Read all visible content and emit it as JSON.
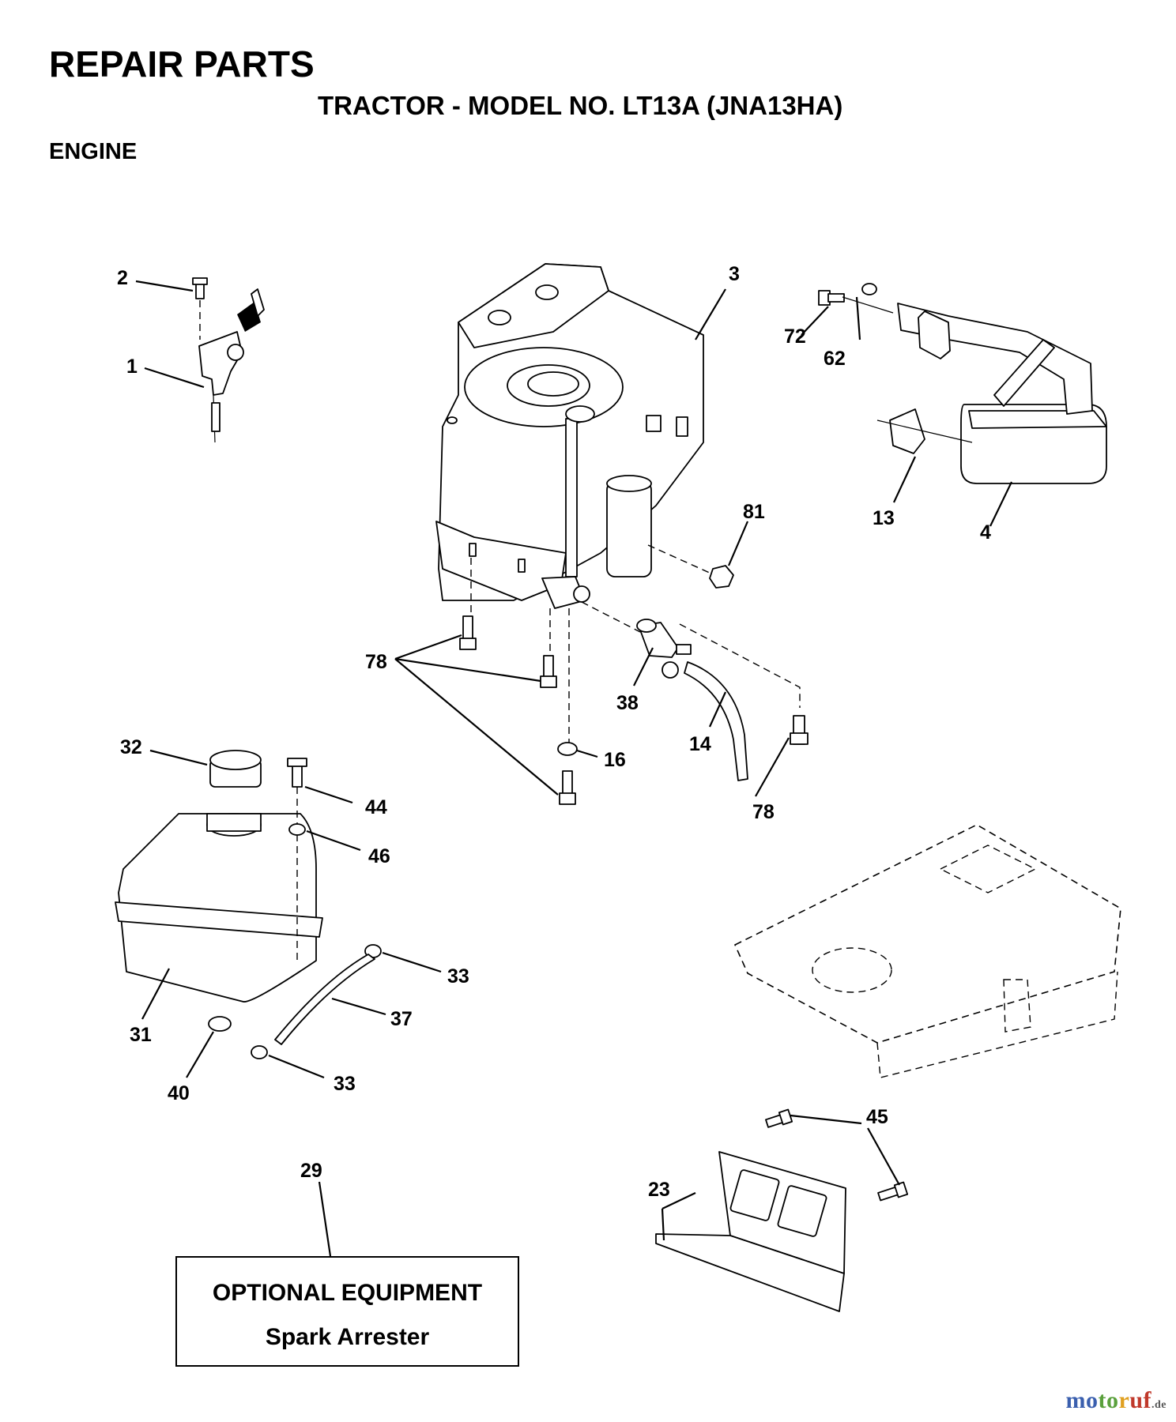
{
  "header": {
    "title": "REPAIR PARTS",
    "model": "TRACTOR - MODEL NO. LT13A (JNA13HA)",
    "section": "ENGINE"
  },
  "callouts": {
    "c1": "1",
    "c2": "2",
    "c3": "3",
    "c4": "4",
    "c13": "13",
    "c14": "14",
    "c16": "16",
    "c23": "23",
    "c29": "29",
    "c31": "31",
    "c32": "32",
    "c33a": "33",
    "c33b": "33",
    "c37": "37",
    "c38": "38",
    "c40": "40",
    "c44": "44",
    "c45": "45",
    "c46": "46",
    "c62": "62",
    "c72": "72",
    "c78a": "78",
    "c78b": "78",
    "c81": "81"
  },
  "optional_equipment": {
    "title": "OPTIONAL EQUIPMENT",
    "item": "Spark Arrester"
  },
  "watermark": {
    "text": "motoruf",
    "tld": ".de"
  }
}
